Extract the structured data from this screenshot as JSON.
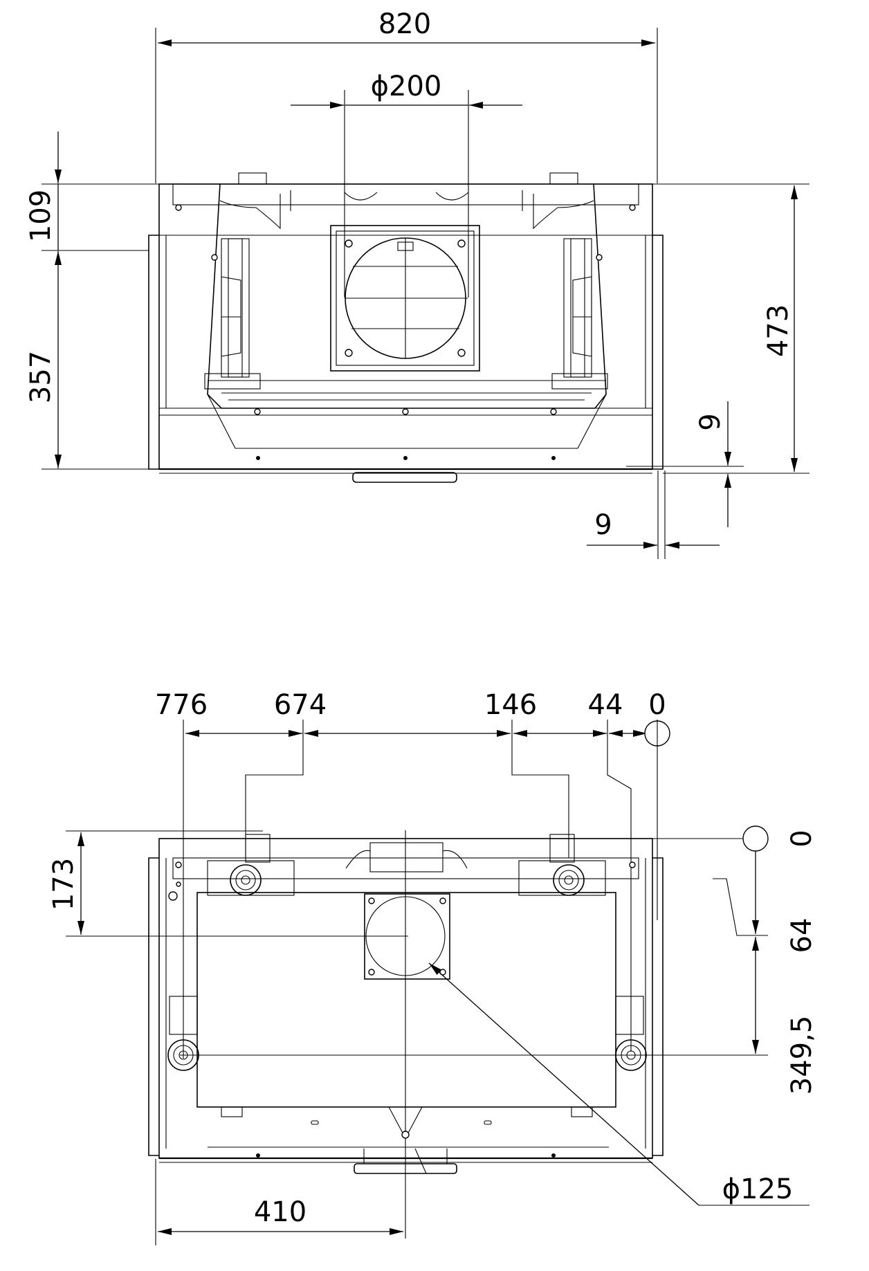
{
  "top_view": {
    "dim_width": "820",
    "dim_duct_diameter": "ϕ200",
    "dim_top_height": "109",
    "dim_lower_height": "357",
    "dim_total_height": "473",
    "dim_vertical_offset": "9",
    "dim_horizontal_offset": "9"
  },
  "bottom_view": {
    "dim_x_776": "776",
    "dim_x_674": "674",
    "dim_x_146": "146",
    "dim_x_44": "44",
    "dim_x_origin": "0",
    "dim_y_origin": "0",
    "dim_y_173": "173",
    "dim_y_64": "64",
    "dim_y_349_5": "349,5",
    "dim_outlet_diameter": "ϕ125",
    "dim_center_410": "410"
  }
}
